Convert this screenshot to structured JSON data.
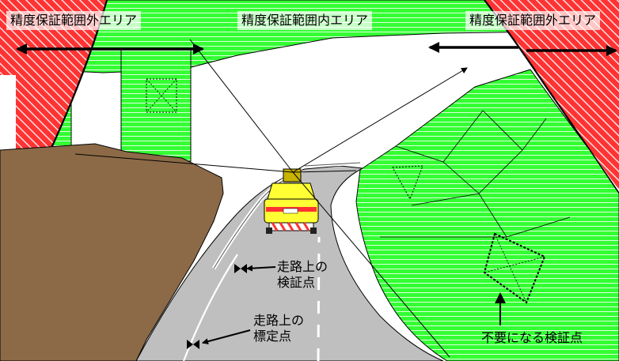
{
  "labels": {
    "out_area_left": "精度保証範囲外エリア",
    "in_area": "精度保証範囲内エリア",
    "out_area_right": "精度保証範囲外エリア",
    "road_check_point": "走路上の\n検証点",
    "road_survey_point": "走路上の\n標定点",
    "unneeded_check_point": "不要になる検証点"
  },
  "colors": {
    "in_area": "#33ff33",
    "out_area": "#ff3333",
    "soil": "#8c6a47",
    "road": "#bfbfbf",
    "vehicle_body": "#ffff33",
    "vehicle_stripe": "#ff3333",
    "background": "#ffffff"
  }
}
